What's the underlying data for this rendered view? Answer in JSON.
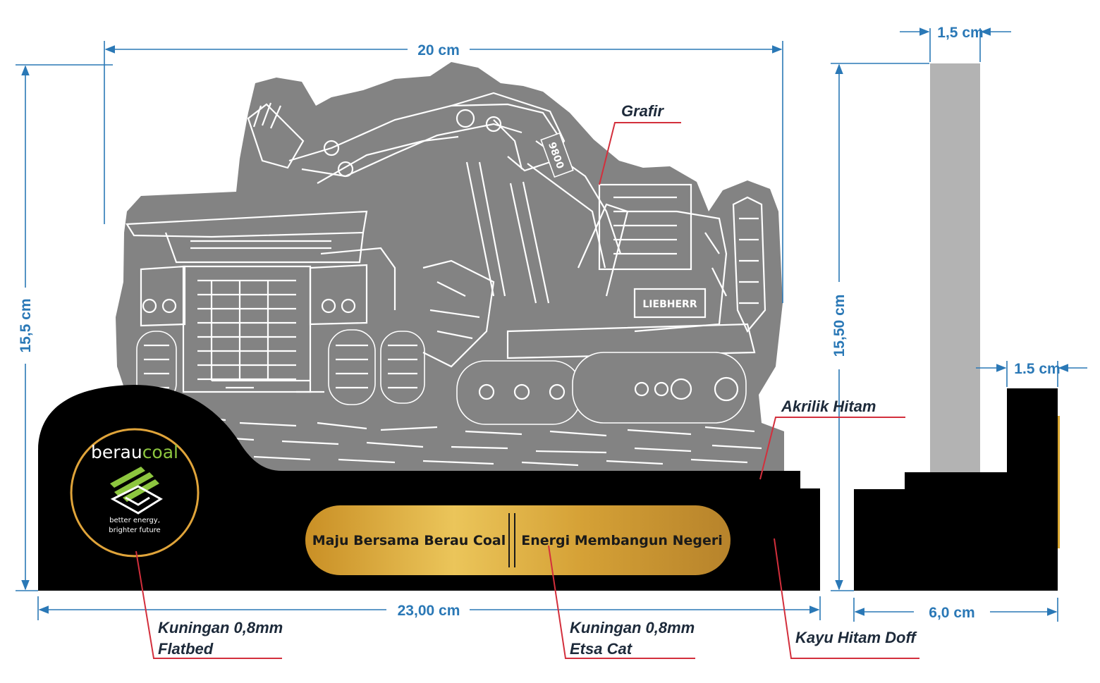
{
  "dimensions": {
    "top_width": "20 cm",
    "left_height": "15,5 cm",
    "base_width": "23,00 cm",
    "side_height": "15,50 cm",
    "side_acrylic_thickness": "1,5 cm",
    "side_back_thickness": "1.5 cm",
    "side_depth": "6,0 cm"
  },
  "callouts": {
    "engraving": "Grafir",
    "black_acrylic": "Akrilik Hitam",
    "logo_material_line1": "Kuningan 0,8mm",
    "logo_material_line2": "Flatbed",
    "plate_material_line1": "Kuningan 0,8mm",
    "plate_material_line2": "Etsa Cat",
    "base_material": "Kayu Hitam Doff"
  },
  "plate": {
    "left_text": "Maju Bersama Berau Coal",
    "right_text": "Energi Membangun Negeri"
  },
  "logo": {
    "name_part1": "berau",
    "name_part2": "coal",
    "tagline_line1": "better energy,",
    "tagline_line2": "brighter future"
  },
  "artwork": {
    "excavator_model": "9800",
    "excavator_brand": "LIEBHERR"
  },
  "colors": {
    "dimension": "#2a78b6",
    "callout_leader": "#d32f3c",
    "acrylic_grey": "#838383",
    "wood_black": "#000000",
    "brass": "#d9a733",
    "logo_ring": "#e0a43a",
    "logo_green": "#8dc63f"
  },
  "icons": [
    "arrow-left-icon",
    "arrow-right-icon",
    "arrow-up-icon",
    "arrow-down-icon",
    "logo-mark-icon"
  ]
}
